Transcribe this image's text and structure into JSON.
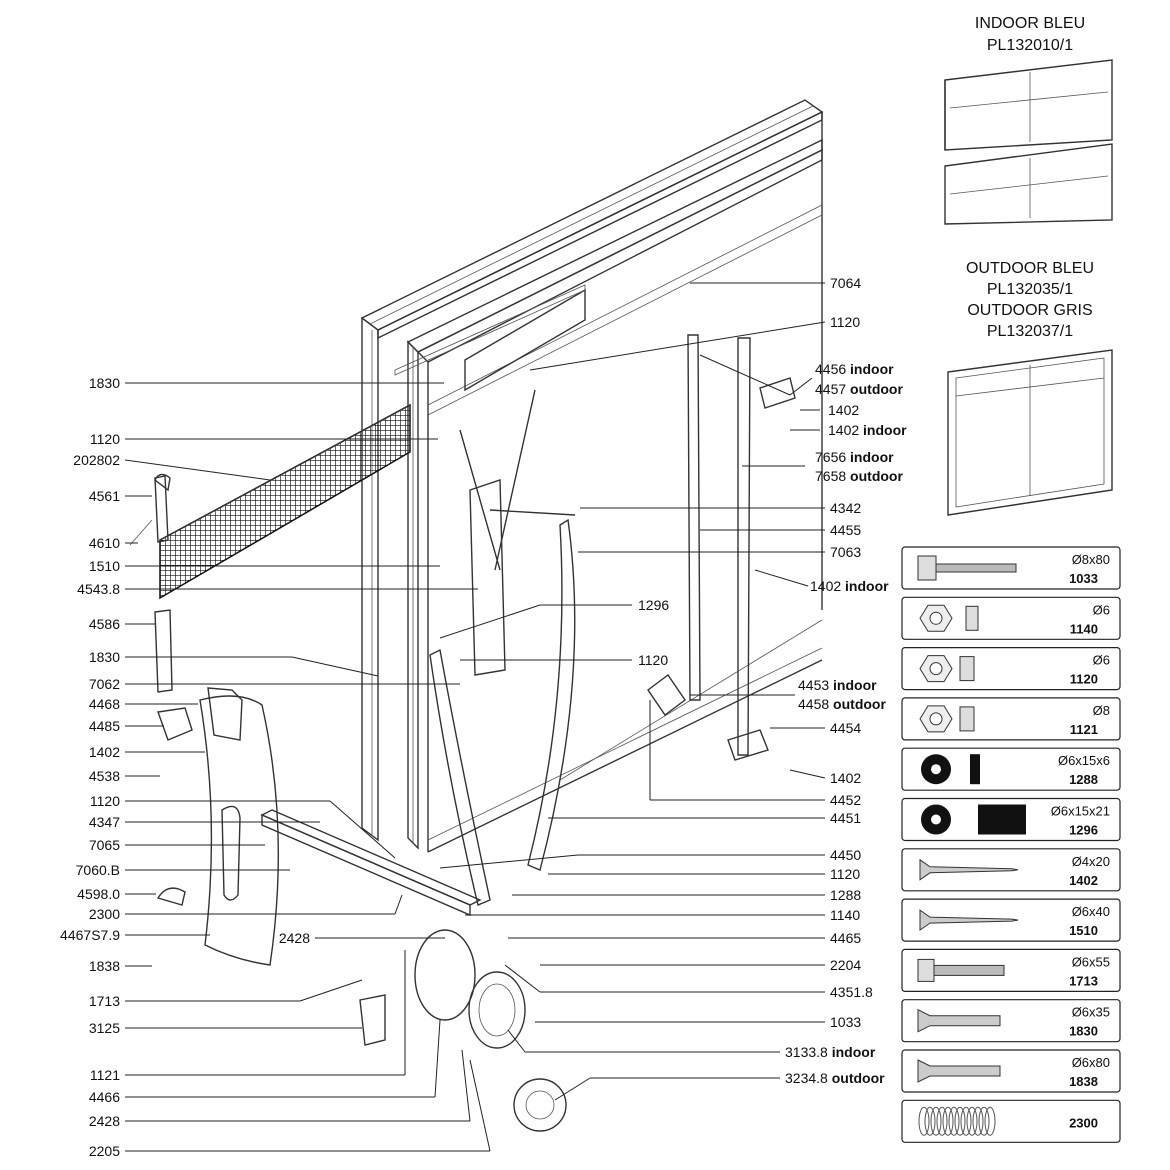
{
  "panels": {
    "indoor": {
      "title": "INDOOR  BLEU",
      "ref": "PL132010/1"
    },
    "outdoor": {
      "title1": "OUTDOOR  BLEU",
      "ref1": "PL132035/1",
      "title2": "OUTDOOR  GRIS",
      "ref2": "PL132037/1"
    }
  },
  "labels_left": [
    "1830",
    "1120",
    "202802",
    "4561",
    "4610",
    "1510",
    "4543.8",
    "4586",
    "1830",
    "7062",
    "4468",
    "4485",
    "1402",
    "4538",
    "1120",
    "4347",
    "7065",
    "7060.B",
    "4598.0",
    "2300",
    "4467S7.9",
    "1838",
    "1713",
    "3125",
    "1121",
    "4466",
    "2428",
    "2205"
  ],
  "labels_center": [
    "1296",
    "1120",
    "2428"
  ],
  "labels_right": [
    "7064",
    "1120",
    "4456",
    "4457",
    "1402",
    "1402",
    "7656",
    "7658",
    "4342",
    "4455",
    "7063",
    "1402",
    "4453",
    "4458",
    "4454",
    "1402",
    "4452",
    "4451",
    "4450",
    "1120",
    "1288",
    "1140",
    "4465",
    "2204",
    "4351.8",
    "1033",
    "3133.8",
    "3234.8"
  ],
  "qualifiers": {
    "indoor": "indoor",
    "outdoor": "outdoor"
  },
  "hardware": [
    {
      "dim": "Ø8x80",
      "ref": "1033",
      "icon": "hex-bolt-icon"
    },
    {
      "dim": "Ø6",
      "ref": "1140",
      "icon": "hex-nut-icon"
    },
    {
      "dim": "Ø6",
      "ref": "1120",
      "icon": "lock-nut-icon"
    },
    {
      "dim": "Ø8",
      "ref": "1121",
      "icon": "lock-nut-icon"
    },
    {
      "dim": "Ø6x15x6",
      "ref": "1288",
      "icon": "washer-icon"
    },
    {
      "dim": "Ø6x15x21",
      "ref": "1296",
      "icon": "spacer-icon"
    },
    {
      "dim": "Ø4x20",
      "ref": "1402",
      "icon": "wood-screw-icon"
    },
    {
      "dim": "Ø6x40",
      "ref": "1510",
      "icon": "wood-screw-icon"
    },
    {
      "dim": "Ø6x55",
      "ref": "1713",
      "icon": "hex-screw-icon"
    },
    {
      "dim": "Ø6x35",
      "ref": "1830",
      "icon": "countersunk-screw-icon"
    },
    {
      "dim": "Ø6x80",
      "ref": "1838",
      "icon": "countersunk-screw-icon"
    },
    {
      "dim": "",
      "ref": "2300",
      "icon": "spring-icon"
    }
  ]
}
